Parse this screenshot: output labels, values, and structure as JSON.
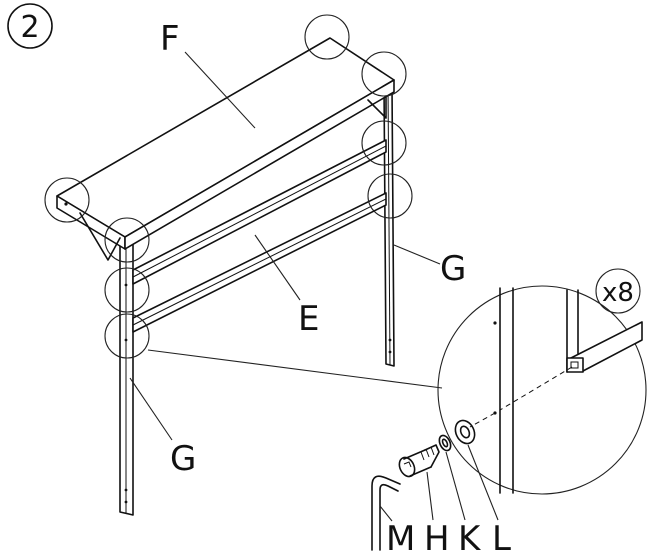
{
  "diagram": {
    "step_number": "2",
    "multiplier": "x8",
    "part_labels": {
      "shelf": "F",
      "crossbar": "E",
      "right_leg": "G",
      "left_leg": "G",
      "allen_key": "M",
      "bolt": "H",
      "lock_washer": "K",
      "flat_washer": "L"
    }
  }
}
